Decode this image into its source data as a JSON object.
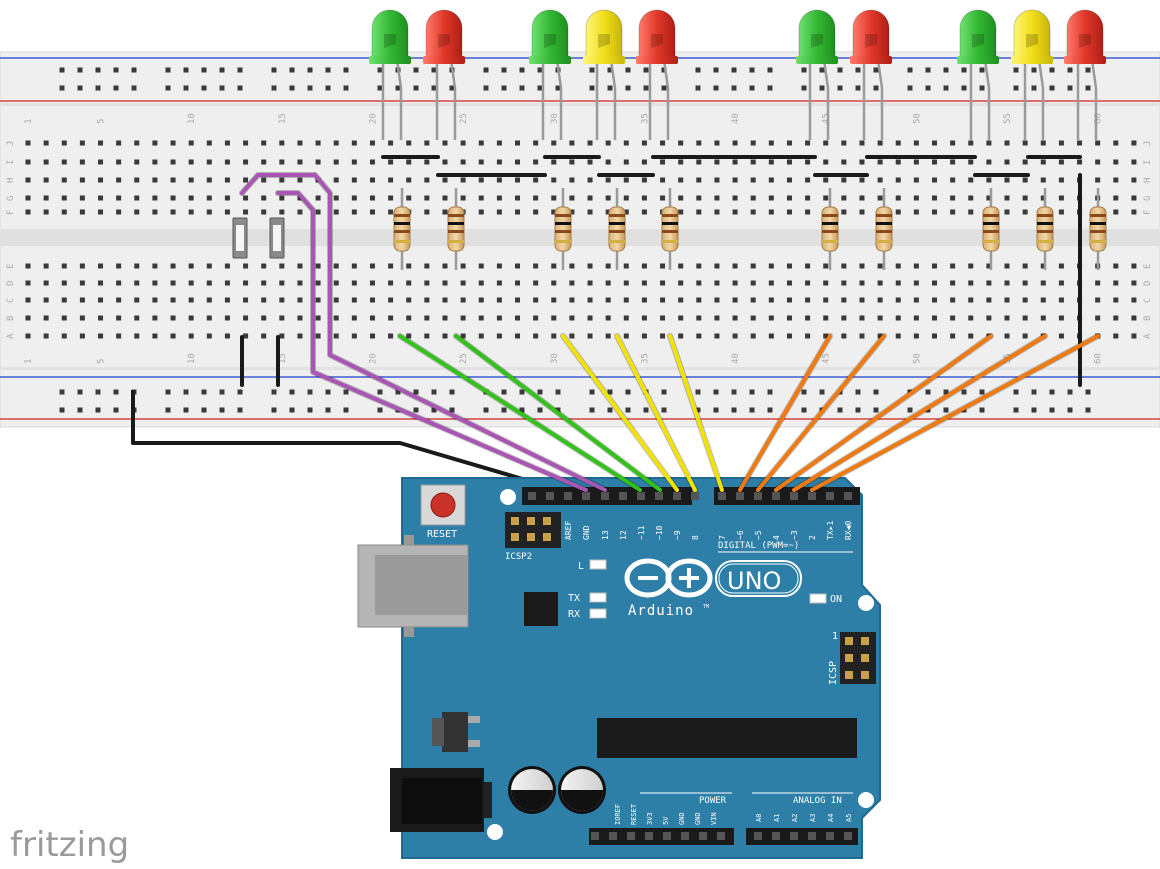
{
  "app": {
    "watermark": "fritzing"
  },
  "breadboard": {
    "col_numbers_top": [
      "1",
      "5",
      "10",
      "15",
      "20",
      "25",
      "30",
      "35",
      "40",
      "45",
      "50",
      "55",
      "60"
    ],
    "col_numbers_bottom": [
      "1",
      "5",
      "10",
      "15",
      "20",
      "25",
      "30",
      "35",
      "40",
      "45",
      "50",
      "55",
      "60"
    ],
    "row_letters_top": [
      "J",
      "I",
      "H",
      "G",
      "F"
    ],
    "row_letters_bottom": [
      "E",
      "D",
      "C",
      "B",
      "A"
    ]
  },
  "leds": [
    {
      "color": "green"
    },
    {
      "color": "red"
    },
    {
      "color": "green"
    },
    {
      "color": "yellow"
    },
    {
      "color": "red"
    },
    {
      "color": "green"
    },
    {
      "color": "red"
    },
    {
      "color": "green"
    },
    {
      "color": "yellow"
    },
    {
      "color": "red"
    }
  ],
  "arduino": {
    "reset_label": "RESET",
    "icsp2_label": "ICSP2",
    "icsp_label": "ICSP",
    "icsp_pin1": "1",
    "digital_label": "DIGITAL (PWM=~)",
    "l_label": "L",
    "tx_label": "TX",
    "rx_label": "RX",
    "on_label": "ON",
    "brand": "Arduino",
    "tm": "TM",
    "model": "UNO",
    "power_label": "POWER",
    "analog_label": "ANALOG IN",
    "digital_pins": [
      "AREF",
      "GND",
      "13",
      "12",
      "~11",
      "~10",
      "~9",
      "8",
      "7",
      "~6",
      "~5",
      "4",
      "~3",
      "2",
      "TX▸1",
      "RX◀0"
    ],
    "power_pins": [
      "IOREF",
      "RESET",
      "3V3",
      "5V",
      "GND",
      "GND",
      "VIN"
    ],
    "analog_pins": [
      "A0",
      "A1",
      "A2",
      "A3",
      "A4",
      "A5"
    ]
  },
  "colors": {
    "board": "#2d7fa8",
    "board_edge": "#1f6a90",
    "breadboard": "#efefef",
    "rail_blue": "#1a3fd0",
    "rail_red": "#d02020",
    "wire_black": "#1a1a1a",
    "wire_purple": "#a855b4",
    "wire_green": "#33c21a",
    "wire_yellow": "#f2e200",
    "wire_orange": "#f07a10",
    "led_green": "#3fbf3f",
    "led_red": "#e0382a",
    "led_yellow": "#f4e218"
  }
}
